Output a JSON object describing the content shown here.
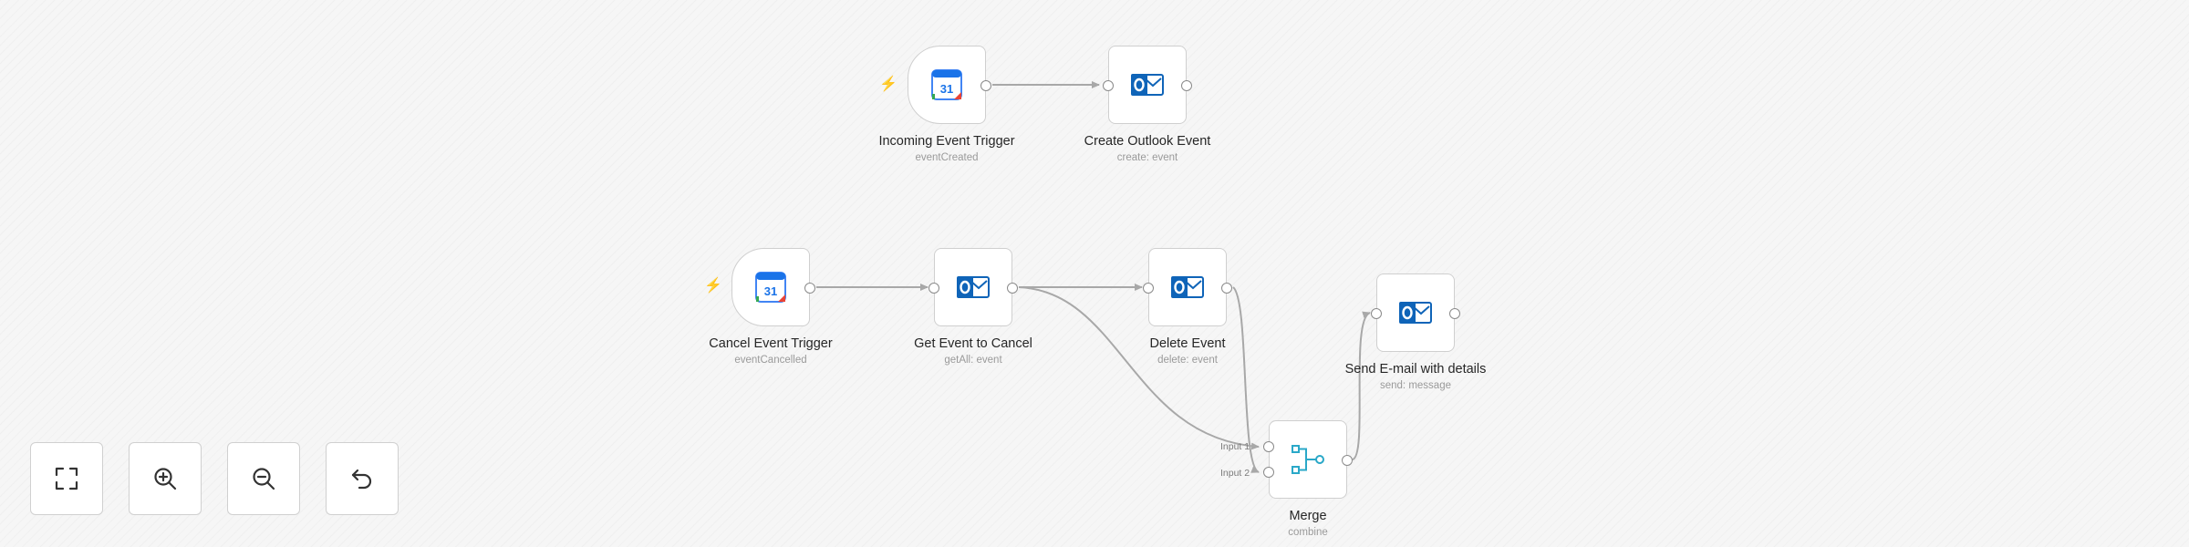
{
  "workflow": {
    "nodes": [
      {
        "id": "incoming-event-trigger",
        "label": "Incoming Event Trigger",
        "sublabel": "eventCreated",
        "icon": "google-calendar-icon"
      },
      {
        "id": "create-outlook-event",
        "label": "Create Outlook Event",
        "sublabel": "create: event",
        "icon": "outlook-icon"
      },
      {
        "id": "cancel-event-trigger",
        "label": "Cancel Event Trigger",
        "sublabel": "eventCancelled",
        "icon": "google-calendar-icon"
      },
      {
        "id": "get-event-to-cancel",
        "label": "Get Event to Cancel",
        "sublabel": "getAll: event",
        "icon": "outlook-icon"
      },
      {
        "id": "delete-event",
        "label": "Delete Event",
        "sublabel": "delete: event",
        "icon": "outlook-icon"
      },
      {
        "id": "send-email-with-details",
        "label": "Send E-mail with details",
        "sublabel": "send: message",
        "icon": "outlook-icon"
      },
      {
        "id": "merge",
        "label": "Merge",
        "sublabel": "combine",
        "icon": "merge-icon"
      }
    ],
    "merge_inputs": [
      "Input 1",
      "Input 2"
    ],
    "calendar_day": "31",
    "trigger_icon": "lightning-bolt-icon"
  },
  "controls": [
    {
      "name": "fit-view-button",
      "icon": "fit-view-icon"
    },
    {
      "name": "zoom-in-button",
      "icon": "zoom-in-icon"
    },
    {
      "name": "zoom-out-button",
      "icon": "zoom-out-icon"
    },
    {
      "name": "reset-zoom-button",
      "icon": "undo-icon"
    }
  ],
  "colors": {
    "background": "#f6f6f6",
    "edge": "#a8a8a8",
    "trigger_bolt": "#ee5a4a",
    "outlook_blue": "#0f64b8",
    "merge_teal": "#2aa8c8"
  }
}
